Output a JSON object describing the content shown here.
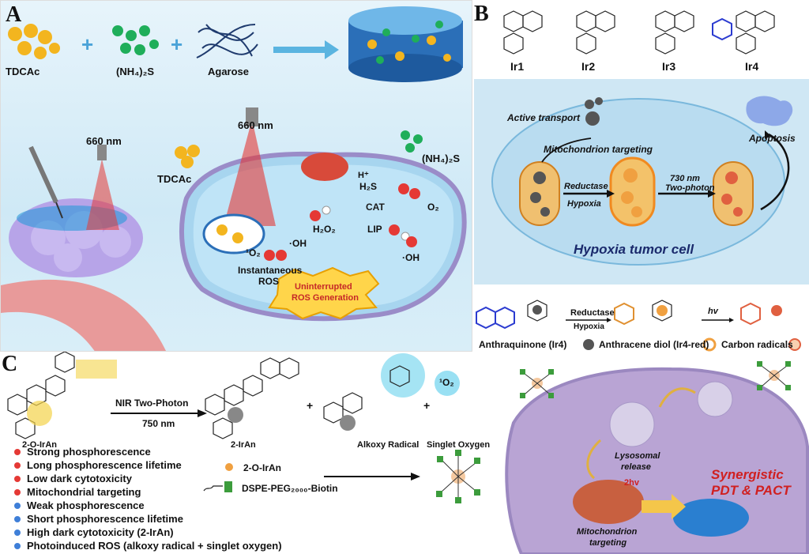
{
  "panelA": {
    "label": "A",
    "reagents": [
      "TDCAc",
      "(NH₄)₂S",
      "Agarose"
    ],
    "light_left": "660 nm",
    "light_center": "660 nm",
    "tdcac_label": "TDCAc",
    "nh4s_label": "(NH₄)₂S",
    "hplus": "H⁺",
    "h2s": "H₂S",
    "cat": "CAT",
    "o2": "O₂",
    "h2o2": "H₂O₂",
    "lip": "LIP",
    "oh1": "·OH",
    "oh2": "·OH",
    "singlet": "¹O₂",
    "instant": "Instantaneous",
    "ros": "ROS",
    "uninterrupted": "Uninterrupted",
    "ros_generation": "ROS Generation"
  },
  "panelB": {
    "label": "B",
    "compounds": [
      "Ir1",
      "Ir2",
      "Ir3",
      "Ir4"
    ],
    "active_transport": "Active transport",
    "mito_targeting": "Mitochondrion targeting",
    "reductase": "Reductase",
    "hypoxia": "Hypoxia",
    "nm730": "730 nm",
    "two_photon": "Two-photon",
    "apoptosis": "Apoptosis",
    "cell_title": "Hypoxia tumor cell",
    "scheme_reductase": "Reductase",
    "scheme_hypoxia": "Hypoxia",
    "hv": "hv",
    "legend": [
      "Anthraquinone (Ir4)",
      "Anthracene diol (Ir4-red)",
      "Carbon radicals"
    ],
    "colors": {
      "grey_ball": "#555555",
      "orange_ball": "#f0a040",
      "radical": "#e06040"
    }
  },
  "panelC": {
    "label": "C",
    "compound_start": "2-O-IrAn",
    "arrow_top": "NIR Two-Photon",
    "arrow_bottom": "750 nm",
    "product1": "2-IrAn",
    "plus1": "+",
    "product2": "Alkoxy Radical",
    "plus2": "+",
    "singlet": "¹O₂",
    "product3": "Singlet Oxygen",
    "red_props": [
      "Strong phosphorescence",
      "Long phosphorescence lifetime",
      "Low dark cytotoxicity",
      "Mitochondrial targeting"
    ],
    "blue_props": [
      "Weak phosphorescence",
      "Short phosphorescence lifetime",
      "High dark cytotoxicity (2-IrAn)",
      "Photoinduced ROS (alkoxy radical + singlet oxygen)"
    ],
    "np_compound": "2-O-IrAn",
    "np_lipid": "DSPE-PEG₂₀₀₀-Biotin",
    "lysosomal": "Lysosomal",
    "release": "release",
    "hv2": "2hv",
    "mito": "Mitochondrion",
    "targeting": "targeting",
    "synergistic": "Synergistic",
    "pdt_pact": "PDT & PACT",
    "colors": {
      "red_dot": "#e53935",
      "blue_dot": "#3f7fd8",
      "accent_red": "#d02020"
    }
  }
}
